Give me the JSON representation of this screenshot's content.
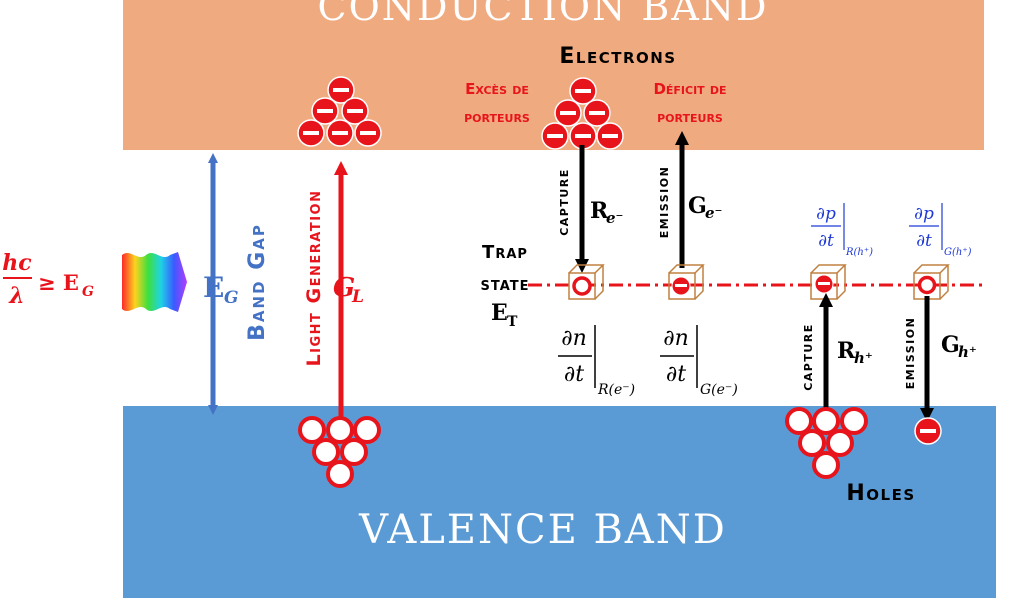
{
  "bands": {
    "conduction": "CONDUCTION BAND",
    "valence": "VALENCE BAND"
  },
  "labels": {
    "electrons": "Electrons",
    "holes": "Holes",
    "exces_line1": "Excès de",
    "exces_line2": "porteurs",
    "deficit_line1": "Déficit de",
    "deficit_line2": "porteurs",
    "band_gap": "Band Gap",
    "light_generation": "Light Generation",
    "capture": "capture",
    "emission": "emission",
    "trap_line1": "Trap",
    "trap_line2": "state"
  },
  "math": {
    "photon_num": "hc",
    "photon_den": "λ",
    "photon_rel": "≥ E",
    "photon_sub": "G",
    "eg_main": "E",
    "eg_sub": "G",
    "gl_main": "G",
    "gl_sub": "L",
    "re_main": "R",
    "re_sub": "e⁻",
    "ge_main": "G",
    "ge_sub": "e⁻",
    "rh_main": "R",
    "rh_sub": "h⁺",
    "gh_main": "G",
    "gh_sub": "h⁺",
    "et_main": "E",
    "et_sub": "T",
    "dn_num": "∂n",
    "dn_den": "∂t",
    "dn_r_sub": "R(e⁻)",
    "dn_g_sub": "G(e⁻)",
    "dp_num": "∂p",
    "dp_den": "∂t",
    "dp_r_sub": "R(h⁺)",
    "dp_g_sub": "G(h⁺)"
  },
  "colors": {
    "conduction_band": "#f0aa80",
    "valence_band": "#5b9bd5",
    "carrier_red": "#e8141c",
    "blue_text": "#4472c4",
    "link_blue": "#1f3ad6",
    "black": "#000000"
  }
}
